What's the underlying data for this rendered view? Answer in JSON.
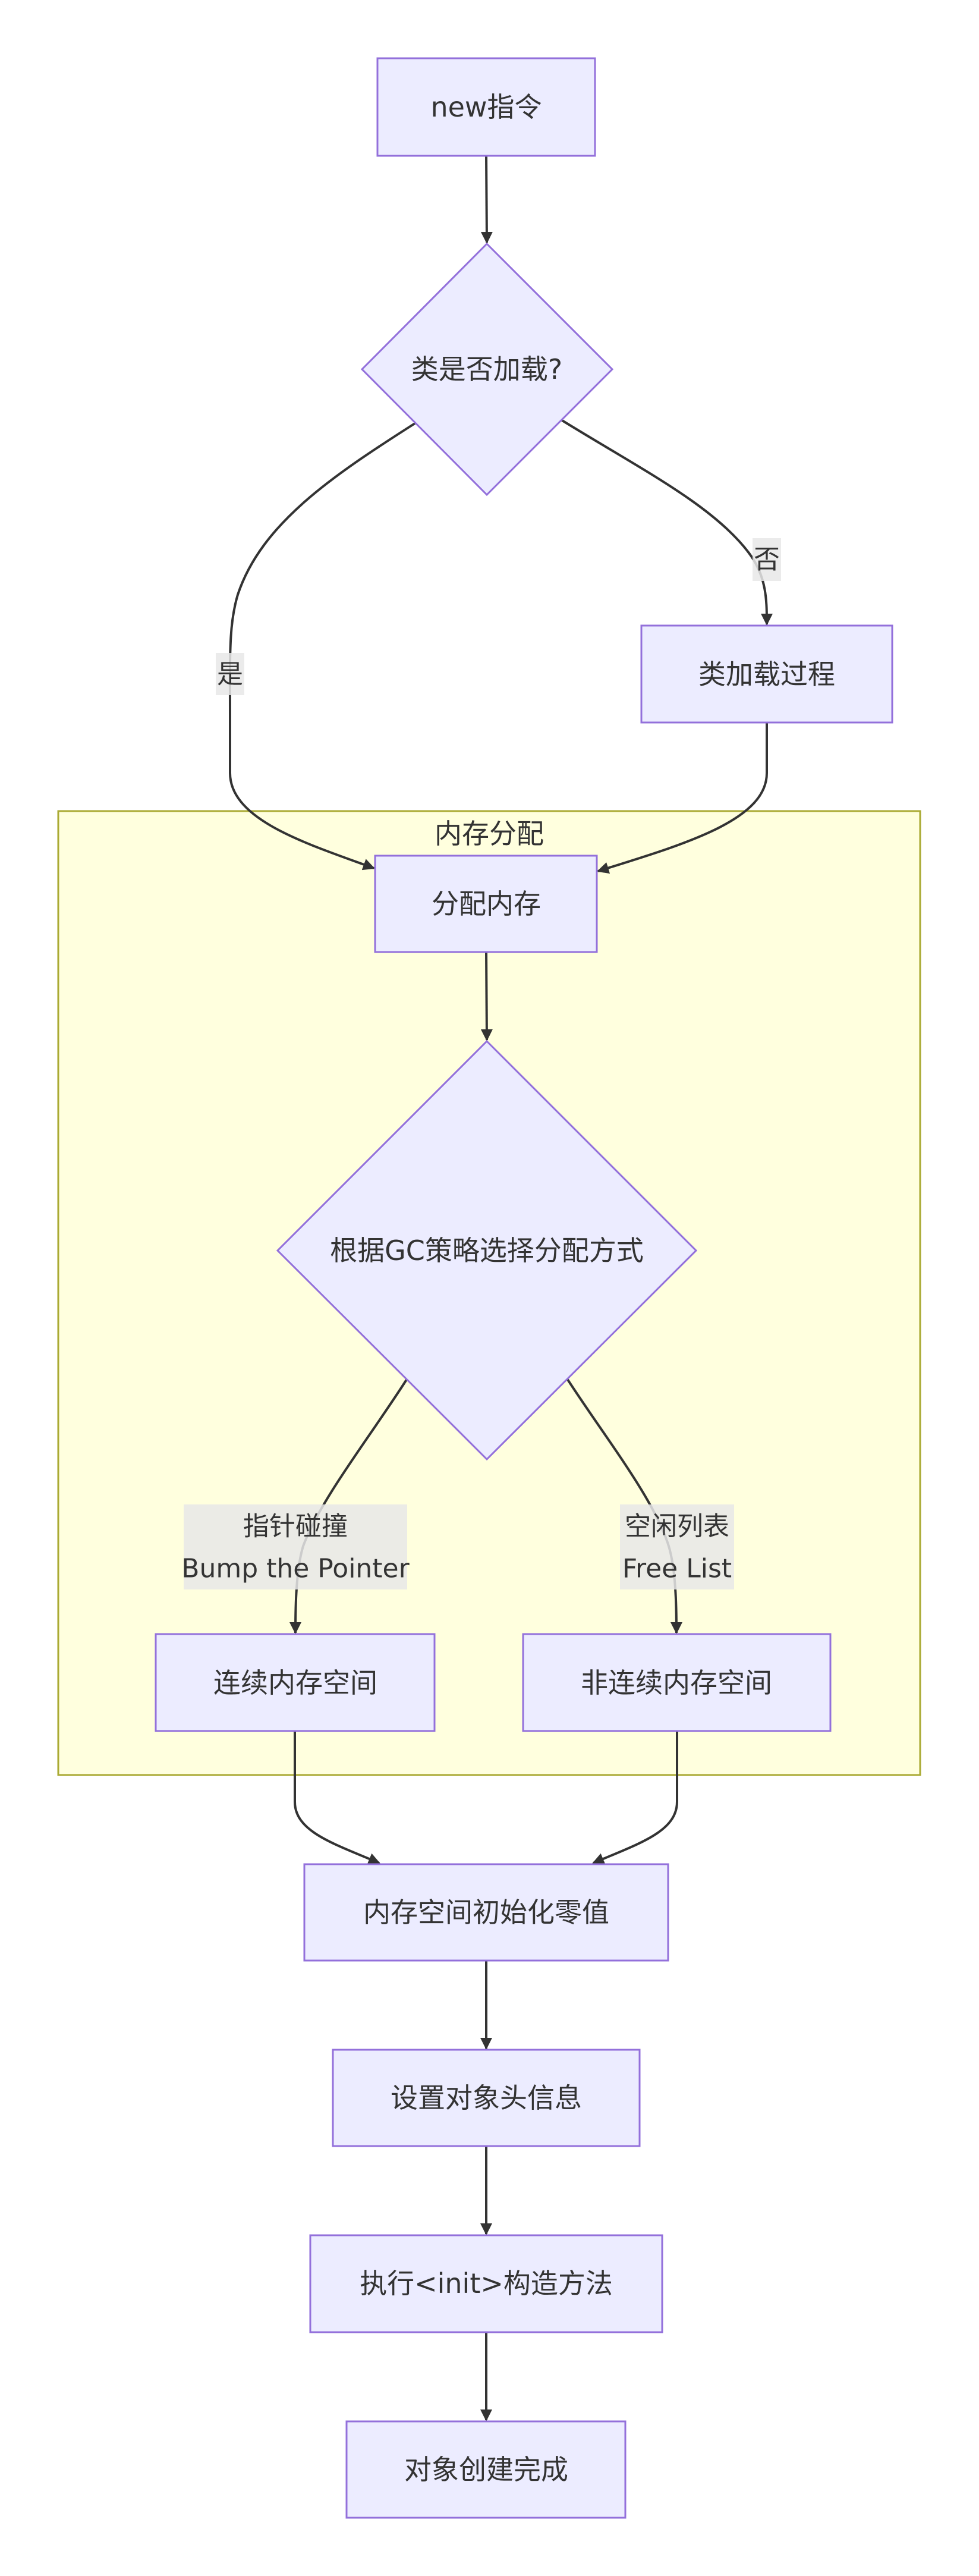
{
  "diagram": {
    "type": "flowchart",
    "direction": "top-down",
    "colors": {
      "node_fill": "#ececff",
      "node_stroke": "#9370db",
      "cluster_fill": "#ffffde",
      "cluster_stroke": "#aaaa33",
      "edge": "#333333",
      "text": "#333333",
      "edge_label_bg": "#e8e8e8"
    },
    "cluster": {
      "id": "memory_allocation",
      "label": "内存分配"
    },
    "nodes": [
      {
        "id": "new",
        "label": "new指令",
        "shape": "rect"
      },
      {
        "id": "loaded",
        "label": "类是否加载?",
        "shape": "diamond"
      },
      {
        "id": "classload",
        "label": "类加载过程",
        "shape": "rect"
      },
      {
        "id": "alloc",
        "label": "分配内存",
        "shape": "rect",
        "cluster": "memory_allocation"
      },
      {
        "id": "gc",
        "label": "根据GC策略选择分配方式",
        "shape": "diamond",
        "cluster": "memory_allocation"
      },
      {
        "id": "contig",
        "label": "连续内存空间",
        "shape": "rect",
        "cluster": "memory_allocation"
      },
      {
        "id": "noncontig",
        "label": "非连续内存空间",
        "shape": "rect",
        "cluster": "memory_allocation"
      },
      {
        "id": "zero",
        "label": "内存空间初始化零值",
        "shape": "rect"
      },
      {
        "id": "header",
        "label": "设置对象头信息",
        "shape": "rect"
      },
      {
        "id": "init",
        "label": "执行<init>构造方法",
        "shape": "rect"
      },
      {
        "id": "done",
        "label": "对象创建完成",
        "shape": "rect"
      }
    ],
    "edges": [
      {
        "from": "new",
        "to": "loaded",
        "label": []
      },
      {
        "from": "loaded",
        "to": "alloc",
        "label": [
          "是"
        ]
      },
      {
        "from": "loaded",
        "to": "classload",
        "label": [
          "否"
        ]
      },
      {
        "from": "classload",
        "to": "alloc",
        "label": []
      },
      {
        "from": "alloc",
        "to": "gc",
        "label": []
      },
      {
        "from": "gc",
        "to": "contig",
        "label": [
          "指针碰撞",
          "Bump the Pointer"
        ]
      },
      {
        "from": "gc",
        "to": "noncontig",
        "label": [
          "空闲列表",
          "Free List"
        ]
      },
      {
        "from": "contig",
        "to": "zero",
        "label": []
      },
      {
        "from": "noncontig",
        "to": "zero",
        "label": []
      },
      {
        "from": "zero",
        "to": "header",
        "label": []
      },
      {
        "from": "header",
        "to": "init",
        "label": []
      },
      {
        "from": "init",
        "to": "done",
        "label": []
      }
    ]
  }
}
